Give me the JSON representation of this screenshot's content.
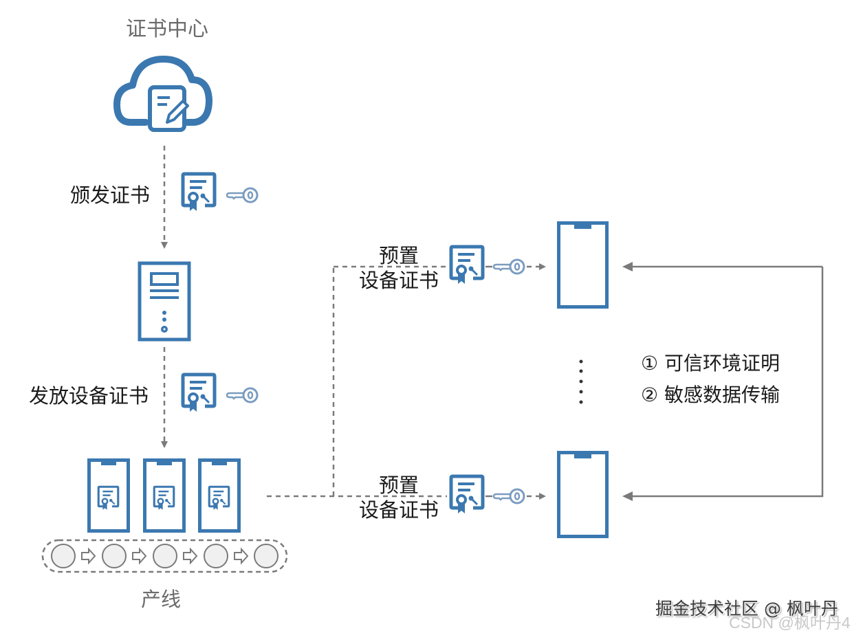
{
  "title": "证书中心",
  "nodes": {
    "cert_center": "证书中心",
    "server": "",
    "production_line": "产线"
  },
  "edges": {
    "issue_cert": "颁发证书",
    "distribute_device_cert": "发放设备证书",
    "preset_top_line1": "预置",
    "preset_top_line2": "设备证书",
    "preset_bottom_line1": "预置",
    "preset_bottom_line2": "设备证书"
  },
  "capabilities": [
    "① 可信环境证明",
    "② 敏感数据传输"
  ],
  "ellipsis": "⋮",
  "watermark": {
    "juejin": "掘金技术社区 @ 枫叶丹",
    "csdn": "CSDN @枫叶丹4"
  },
  "colors": {
    "primary_blue": "#3b78b0",
    "key_blue": "#7a9cc0",
    "arrow_gray": "#7a7a7a",
    "circle_fill": "#f0f0f0"
  }
}
